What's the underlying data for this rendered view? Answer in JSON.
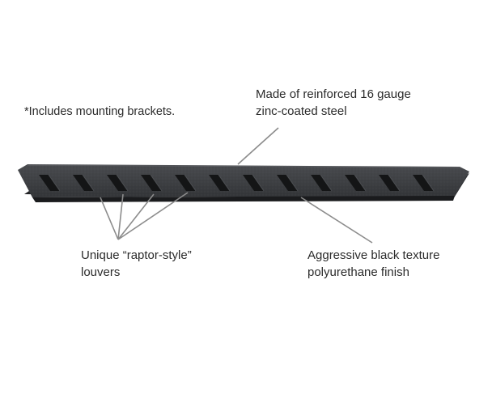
{
  "annotations": {
    "brackets": "*Includes mounting brackets.",
    "steel": {
      "line1": "Made of reinforced 16 gauge",
      "line2": "zinc-coated steel"
    },
    "louvers": {
      "line1": "Unique “raptor-style”",
      "line2": "louvers"
    },
    "texture": {
      "line1": "Aggressive black texture",
      "line2": "polyurethane finish"
    }
  },
  "colors": {
    "background": "#ffffff",
    "board_top": "#3a3c3f",
    "board_front": "#2a2c2f",
    "louver": "#161718",
    "leader_line": "#8c8c8c",
    "text": "#2b2b2b"
  }
}
